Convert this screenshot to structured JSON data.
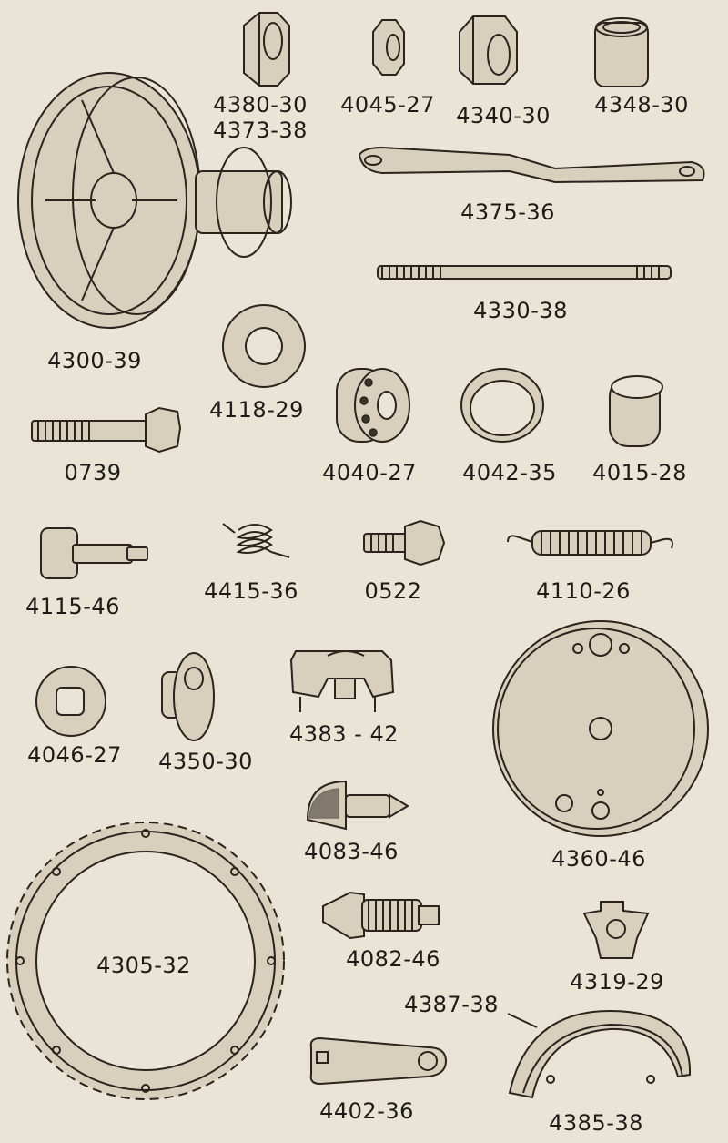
{
  "catalog": {
    "part_numbers": {
      "p4380": "4380-30",
      "p4373": "4373-38",
      "p4045": "4045-27",
      "p4340": "4340-30",
      "p4348": "4348-30",
      "p4375": "4375-36",
      "p4300": "4300-39",
      "p4330": "4330-38",
      "p4118": "4118-29",
      "p0739": "0739",
      "p4040": "4040-27",
      "p4042": "4042-35",
      "p4015": "4015-28",
      "p4115": "4115-46",
      "p4415": "4415-36",
      "p0522": "0522",
      "p4110": "4110-26",
      "p4046": "4046-27",
      "p4350": "4350-30",
      "p4383": "4383 - 42",
      "p4360": "4360-46",
      "p4083": "4083-46",
      "p4305": "4305-32",
      "p4082": "4082-46",
      "p4319": "4319-29",
      "p4387": "4387-38",
      "p4402": "4402-36",
      "p4385": "4385-38"
    },
    "colors": {
      "paper": "#e9e4d6",
      "ink": "#2a241c",
      "shade": "#d8d0bd"
    }
  }
}
